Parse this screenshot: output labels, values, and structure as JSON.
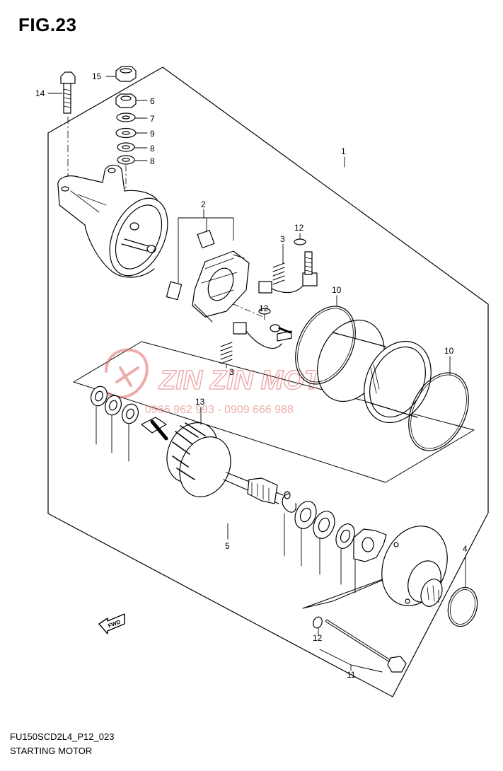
{
  "figure": {
    "title": "FIG.23",
    "code": "FU150SCD2L4_P12_023",
    "subtitle": "STARTING MOTOR"
  },
  "watermark": {
    "brand": "ZIN ZIN MOTOR",
    "phone": "0966 962 993 - 0909 666 988",
    "color": "#e06a6a"
  },
  "fwd_label": "FWD",
  "callouts": {
    "c1": "1",
    "c2": "2",
    "c3a": "3",
    "c3b": "3",
    "c4": "4",
    "c5": "5",
    "c6": "6",
    "c7": "7",
    "c8a": "8",
    "c8b": "8",
    "c9": "9",
    "c10a": "10",
    "c10b": "10",
    "c11": "11",
    "c12a": "12",
    "c12b": "12",
    "c12c": "12",
    "c13": "13",
    "c14": "14",
    "c15": "15"
  }
}
